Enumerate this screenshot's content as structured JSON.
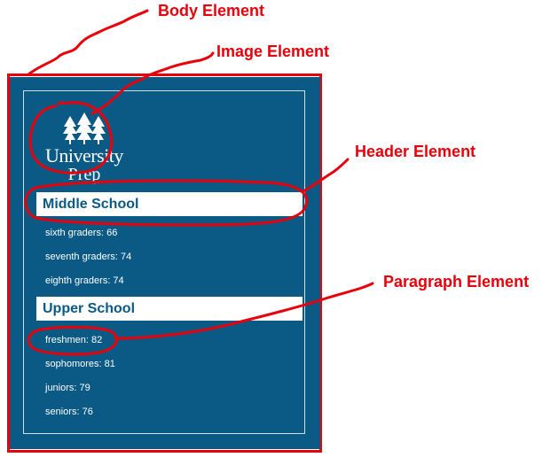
{
  "callouts": {
    "body": "Body Element",
    "image": "Image Element",
    "header": "Header Element",
    "paragraph": "Paragraph Element"
  },
  "logo": {
    "line1": "University",
    "line2": "Prep"
  },
  "middle_school": {
    "title": "Middle School",
    "grades": [
      "sixth graders: 66",
      "seventh graders: 74",
      "eighth graders: 74"
    ]
  },
  "upper_school": {
    "title": "Upper School",
    "grades": [
      "freshmen: 82",
      "sophomores: 81",
      "juniors: 79",
      "seniors: 76"
    ]
  },
  "colors": {
    "annotation": "#e8000b",
    "panel": "#0a5a85",
    "text": "#ffffff"
  }
}
